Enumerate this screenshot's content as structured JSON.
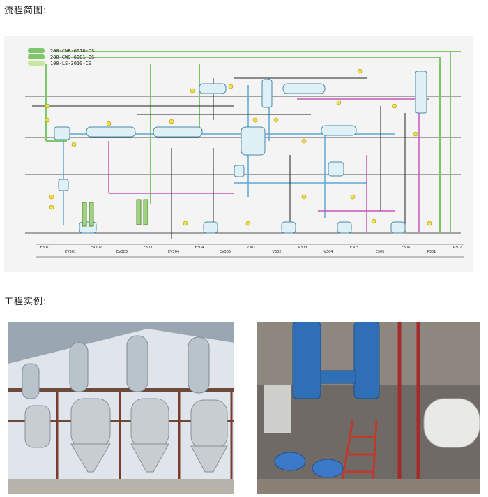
{
  "headings": {
    "flow_diagram": "流程简图:",
    "projects": "工程实例:"
  },
  "flow": {
    "pipe_labels": [
      "200-CWR-6010-CS",
      "200-CWS-6001-CS",
      "100-LS-3010-CS"
    ],
    "equipment": [
      "E301",
      "EV301",
      "EV302",
      "EV303",
      "E303",
      "EV304",
      "E304",
      "EV305",
      "V301",
      "V302",
      "V303",
      "V304",
      "V305",
      "E305",
      "E306",
      "P301",
      "P302"
    ],
    "colors": {
      "cooling_water": "#7fc66a",
      "steam": "#5fa8d3",
      "product": "#c05ab8",
      "process": "#222222",
      "highlight": "#f0e04a"
    }
  },
  "photos": [
    {
      "subject": "evaporator-towers"
    },
    {
      "subject": "pump-station"
    }
  ]
}
